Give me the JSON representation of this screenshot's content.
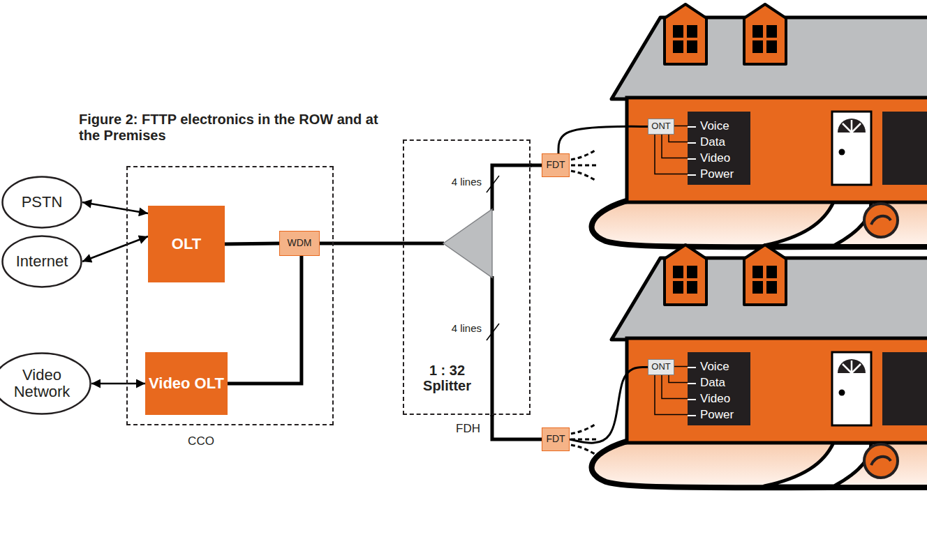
{
  "diagram": {
    "title": "Figure 2: FTTP electronics in the ROW and at the Premises",
    "nodes": [
      {
        "text": [
          "PSTN"
        ]
      },
      {
        "text": [
          "Internet"
        ]
      },
      {
        "text": [
          "Video Network"
        ]
      },
      {
        "text": [
          "CCO"
        ]
      },
      {
        "text": [
          "OLT"
        ],
        "in": 3
      },
      {
        "text": [
          "WDM"
        ],
        "in": 3
      },
      {
        "text": [
          "Video OLT"
        ],
        "in": 3
      },
      {
        "text": [
          "1 : 32 Splitter",
          "FDH"
        ]
      },
      {
        "text": [
          "FDT"
        ]
      },
      {
        "text": [
          "ONT"
        ]
      },
      {
        "text": [
          "Voice",
          "Data",
          "Video",
          "Power"
        ]
      },
      {
        "text": [
          "FDT"
        ]
      },
      {
        "text": [
          "ONT"
        ]
      },
      {
        "text": [
          "Voice",
          "Data",
          "Video",
          "Power"
        ]
      }
    ],
    "edges": [
      {
        "from": 0,
        "to": 4,
        "arrow": "both"
      },
      {
        "from": 1,
        "to": 4,
        "arrow": "both"
      },
      {
        "from": 2,
        "to": 6,
        "arrow": "both"
      },
      {
        "from": 4,
        "to": 5,
        "arrow": "none"
      },
      {
        "from": 6,
        "to": 5,
        "arrow": "none"
      },
      {
        "from": 5,
        "to": 7,
        "arrow": "none"
      },
      {
        "from": 7,
        "to": 8,
        "arrow": "none"
      },
      {
        "from": 7,
        "to": 11,
        "arrow": "none"
      },
      {
        "from": 8,
        "to": 9,
        "arrow": "none"
      },
      {
        "from": 11,
        "to": 12,
        "arrow": "none"
      },
      {
        "from": 9,
        "to": 10,
        "arrow": "none"
      },
      {
        "from": 12,
        "to": 13,
        "arrow": "none"
      }
    ],
    "labels": [
      "4 lines",
      "4 lines"
    ]
  }
}
